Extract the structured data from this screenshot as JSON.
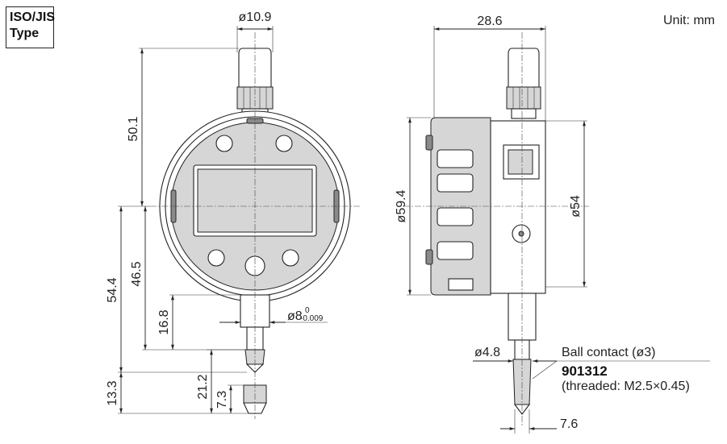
{
  "type_label": [
    "ISO/JIS",
    "Type"
  ],
  "unit_label": "Unit: mm",
  "dimensions": {
    "d10_9": "ø10.9",
    "d50_1": "50.1",
    "d54_4": "54.4",
    "d46_5": "46.5",
    "d16_8": "16.8",
    "d8_main": "ø8",
    "d8_upper": "0",
    "d8_lower": "-0.009",
    "d13_3": "13.3",
    "d21_2": "21.2",
    "d7_3": "7.3",
    "d28_6": "28.6",
    "d59_4": "ø59.4",
    "d54": "ø54",
    "d4_8": "ø4.8",
    "d7_6": "7.6"
  },
  "callouts": {
    "ball_contact": "Ball contact (ø3)",
    "part_number": "901312",
    "threaded": "(threaded: M2.5×0.45)"
  },
  "colors": {
    "line": "#222222",
    "fill_grey": "#d6d6d6",
    "fill_dark": "#8a8a8a"
  }
}
